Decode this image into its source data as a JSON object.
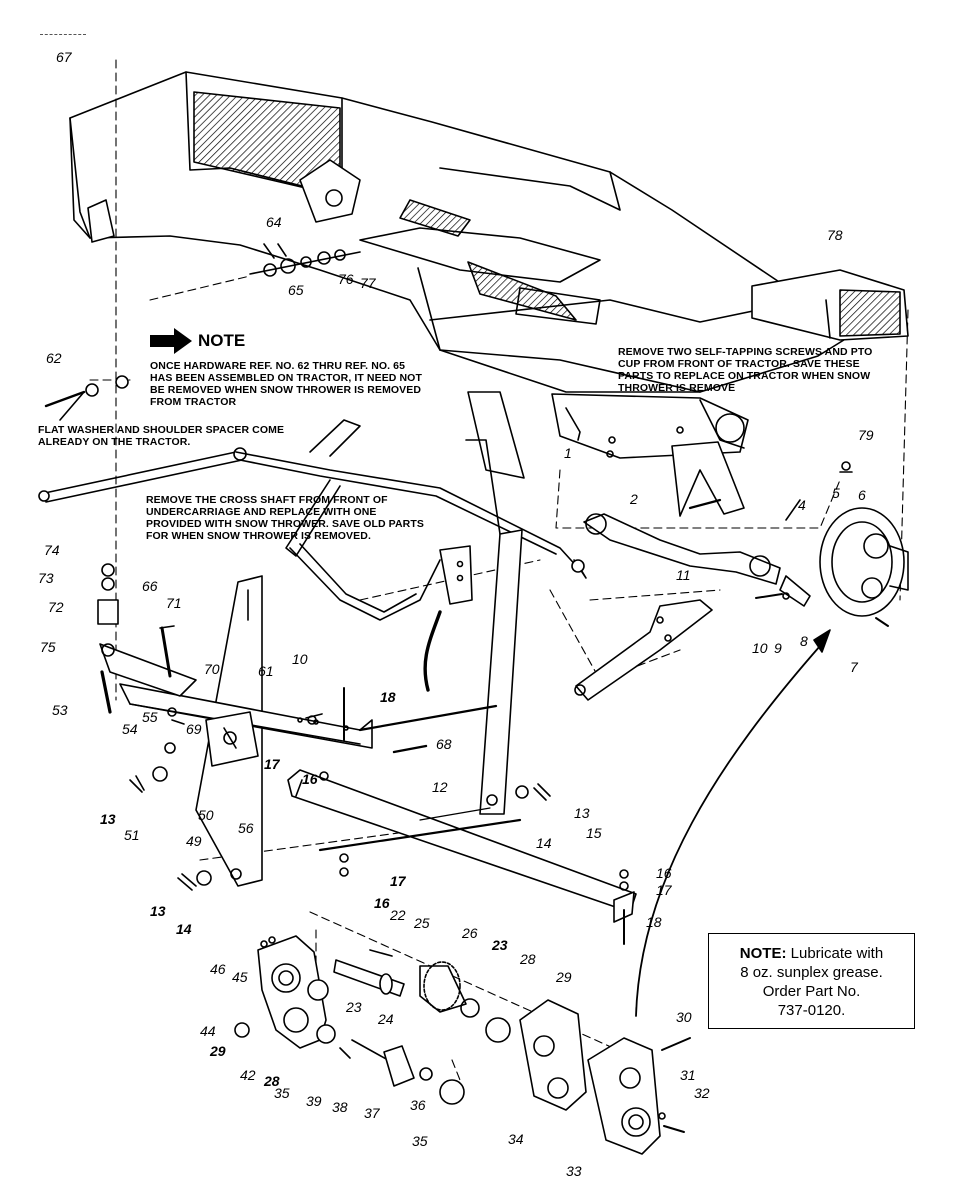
{
  "diagram": {
    "note_heading": "NOTE",
    "instructions": {
      "hardware": [
        "ONCE HARDWARE REF. NO. 62 THRU REF. NO. 65",
        "HAS BEEN ASSEMBLED ON TRACTOR, IT NEED NOT",
        "BE REMOVED WHEN SNOW THROWER IS REMOVED",
        "FROM TRACTOR"
      ],
      "washer": [
        "FLAT WASHER AND SHOULDER SPACER COME",
        "ALREADY ON THE TRACTOR."
      ],
      "cross_shaft": [
        "REMOVE THE CROSS SHAFT FROM FRONT OF",
        "UNDERCARRIAGE AND REPLACE WITH ONE",
        "PROVIDED WITH SNOW THROWER. SAVE OLD PARTS",
        "FOR WHEN SNOW THROWER IS REMOVED."
      ],
      "pto": [
        "REMOVE TWO SELF-TAPPING SCREWS AND PTO",
        "CUP FROM FRONT OF TRACTOR. SAVE THESE",
        "PARTS TO REPLACE ON TRACTOR WHEN SNOW",
        "THROWER IS REMOVE"
      ]
    },
    "lube_note": {
      "lead": "NOTE:",
      "line1": "Lubricate with",
      "line2": "8 oz. sunplex grease.",
      "line3": "Order Part No.",
      "line4": "737-0120."
    },
    "callouts": [
      {
        "text": "67",
        "bold": false
      },
      {
        "text": "64",
        "bold": false
      },
      {
        "text": "65",
        "bold": false
      },
      {
        "text": "76",
        "bold": false
      },
      {
        "text": "77",
        "bold": false
      },
      {
        "text": "78",
        "bold": false
      },
      {
        "text": "62",
        "bold": false
      },
      {
        "text": "79",
        "bold": false
      },
      {
        "text": "1",
        "bold": false
      },
      {
        "text": "2",
        "bold": false
      },
      {
        "text": "4",
        "bold": false
      },
      {
        "text": "5",
        "bold": false
      },
      {
        "text": "6",
        "bold": false
      },
      {
        "text": "11",
        "bold": false
      },
      {
        "text": "74",
        "bold": false
      },
      {
        "text": "73",
        "bold": false
      },
      {
        "text": "66",
        "bold": false
      },
      {
        "text": "72",
        "bold": false
      },
      {
        "text": "71",
        "bold": false
      },
      {
        "text": "75",
        "bold": false
      },
      {
        "text": "10",
        "bold": false
      },
      {
        "text": "9",
        "bold": false
      },
      {
        "text": "8",
        "bold": false
      },
      {
        "text": "7",
        "bold": false
      },
      {
        "text": "70",
        "bold": false
      },
      {
        "text": "61",
        "bold": false
      },
      {
        "text": "10",
        "bold": false
      },
      {
        "text": "18",
        "bold": true
      },
      {
        "text": "53",
        "bold": false
      },
      {
        "text": "55",
        "bold": false
      },
      {
        "text": "69",
        "bold": false
      },
      {
        "text": "54",
        "bold": false
      },
      {
        "text": "68",
        "bold": false
      },
      {
        "text": "17",
        "bold": true
      },
      {
        "text": "16",
        "bold": true
      },
      {
        "text": "12",
        "bold": false
      },
      {
        "text": "13",
        "bold": true
      },
      {
        "text": "51",
        "bold": false
      },
      {
        "text": "50",
        "bold": false
      },
      {
        "text": "56",
        "bold": false
      },
      {
        "text": "13",
        "bold": false
      },
      {
        "text": "14",
        "bold": false
      },
      {
        "text": "15",
        "bold": false
      },
      {
        "text": "49",
        "bold": false
      },
      {
        "text": "17",
        "bold": true
      },
      {
        "text": "16",
        "bold": true
      },
      {
        "text": "16",
        "bold": false
      },
      {
        "text": "17",
        "bold": false
      },
      {
        "text": "13",
        "bold": true
      },
      {
        "text": "14",
        "bold": true
      },
      {
        "text": "18",
        "bold": false
      },
      {
        "text": "22",
        "bold": false
      },
      {
        "text": "25",
        "bold": false
      },
      {
        "text": "26",
        "bold": false
      },
      {
        "text": "23",
        "bold": true
      },
      {
        "text": "28",
        "bold": false
      },
      {
        "text": "46",
        "bold": false
      },
      {
        "text": "45",
        "bold": false
      },
      {
        "text": "29",
        "bold": false
      },
      {
        "text": "30",
        "bold": false
      },
      {
        "text": "23",
        "bold": false
      },
      {
        "text": "24",
        "bold": false
      },
      {
        "text": "44",
        "bold": false
      },
      {
        "text": "29",
        "bold": true
      },
      {
        "text": "42",
        "bold": false
      },
      {
        "text": "28",
        "bold": true
      },
      {
        "text": "35",
        "bold": false
      },
      {
        "text": "39",
        "bold": false
      },
      {
        "text": "38",
        "bold": false
      },
      {
        "text": "37",
        "bold": false
      },
      {
        "text": "36",
        "bold": false
      },
      {
        "text": "35",
        "bold": false
      },
      {
        "text": "34",
        "bold": false
      },
      {
        "text": "31",
        "bold": false
      },
      {
        "text": "32",
        "bold": false
      },
      {
        "text": "33",
        "bold": false
      }
    ]
  }
}
